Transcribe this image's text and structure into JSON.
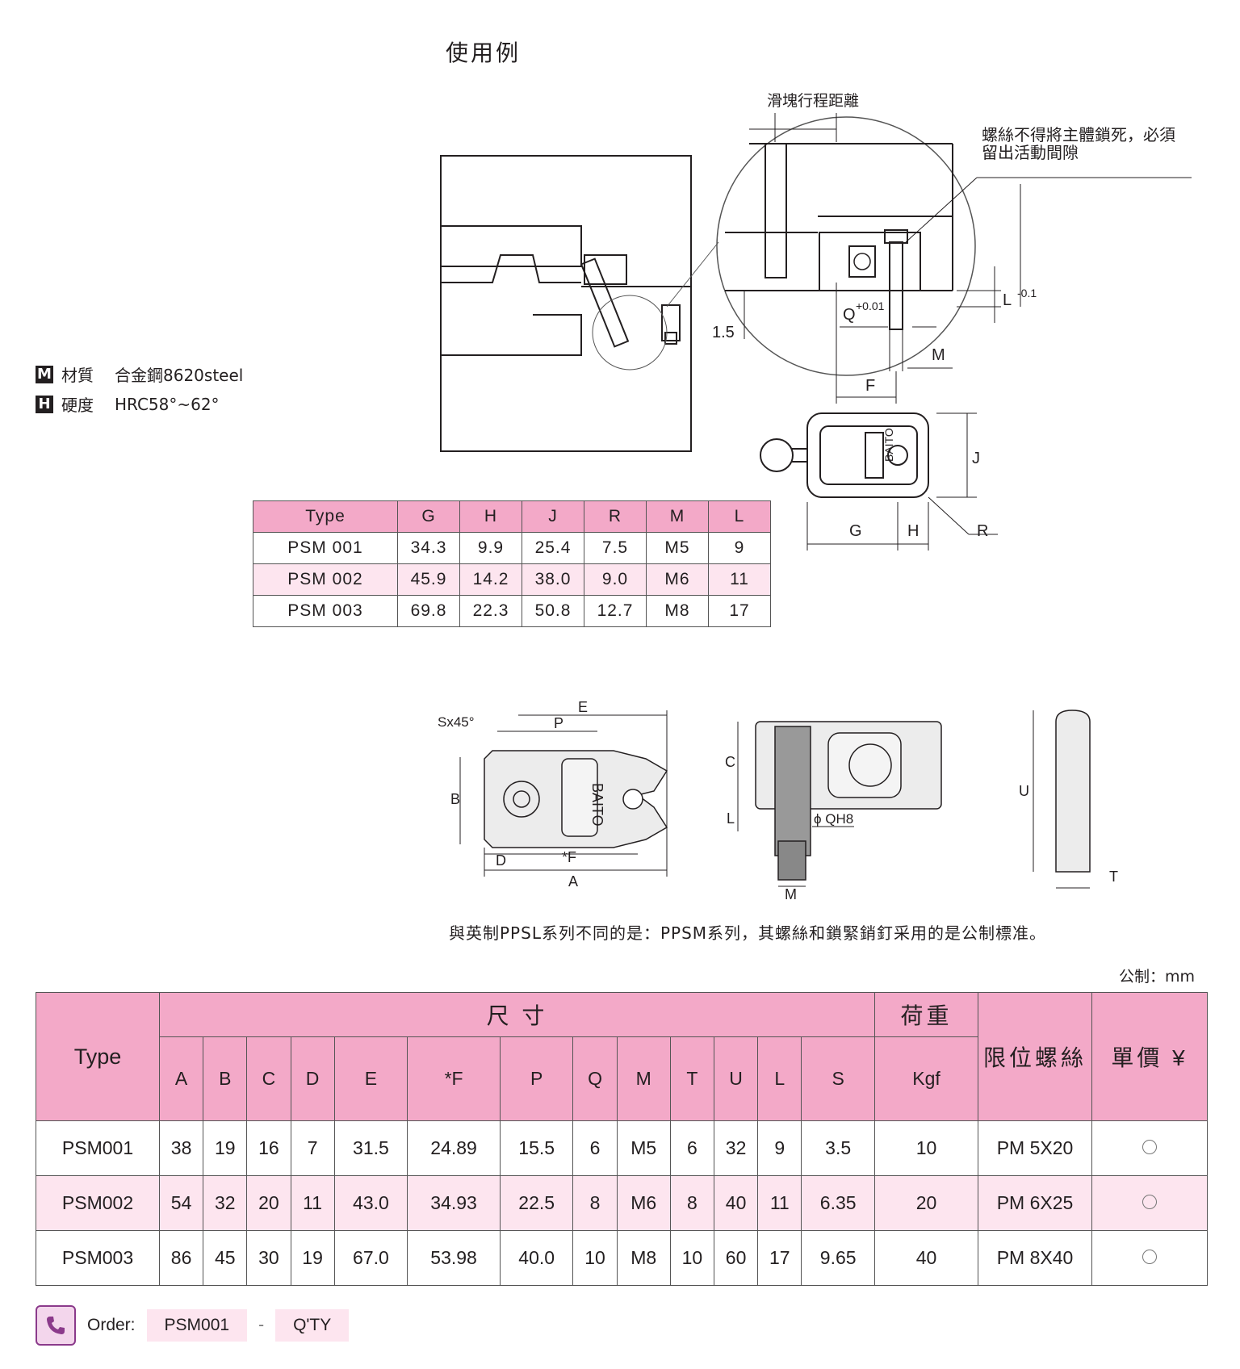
{
  "page": {
    "title": "使用例",
    "note": "與英制PPSL系列不同的是：PPSM系列，其螺絲和鎖緊銷釘采用的是公制標准。",
    "unit": "公制：mm"
  },
  "specs": [
    {
      "badge": "M",
      "label": "材質",
      "value": "合金鋼8620steel"
    },
    {
      "badge": "H",
      "label": "硬度",
      "value": "HRC58°~62°"
    }
  ],
  "diagram1": {
    "stroke_label": "滑塊行程距離",
    "warning_line1": "螺絲不得將主體鎖死，必須",
    "warning_line2": "留出活動間隙",
    "label_15": "1.5",
    "label_Q": "Q",
    "label_Q_tol": "+0.01",
    "label_L": "L",
    "label_L_tol": "-0.1",
    "label_M": "M",
    "label_F": "F",
    "label_J": "J",
    "label_G": "G",
    "label_H": "H",
    "label_R": "R",
    "brand": "BAITO"
  },
  "table1": {
    "headers": [
      "Type",
      "G",
      "H",
      "J",
      "R",
      "M",
      "L"
    ],
    "rows": [
      [
        "PSM 001",
        "34.3",
        "9.9",
        "25.4",
        "7.5",
        "M5",
        "9"
      ],
      [
        "PSM 002",
        "45.9",
        "14.2",
        "38.0",
        "9.0",
        "M6",
        "11"
      ],
      [
        "PSM 003",
        "69.8",
        "22.3",
        "50.8",
        "12.7",
        "M8",
        "17"
      ]
    ]
  },
  "diagram2": {
    "label_S": "Sx45°",
    "label_E": "E",
    "label_P": "P",
    "label_B": "B",
    "label_D": "D",
    "label_F": "*F",
    "label_A": "A",
    "label_C": "C",
    "label_L": "L",
    "label_QH8": "ϕ QH8",
    "label_M": "M",
    "label_U": "U",
    "label_T": "T",
    "brand": "BAITO"
  },
  "table2": {
    "type_header": "Type",
    "size_header": "尺 寸",
    "load_header": "荷重",
    "load_unit": "Kgf",
    "screw_header": "限位螺絲",
    "price_header": "單價 ¥",
    "dim_headers": [
      "A",
      "B",
      "C",
      "D",
      "E",
      "*F",
      "P",
      "Q",
      "M",
      "T",
      "U",
      "L",
      "S"
    ],
    "rows": [
      {
        "type": "PSM001",
        "dims": [
          "38",
          "19",
          "16",
          "7",
          "31.5",
          "24.89",
          "15.5",
          "6",
          "M5",
          "6",
          "32",
          "9",
          "3.5"
        ],
        "load": "10",
        "screw": "PM 5X20"
      },
      {
        "type": "PSM002",
        "dims": [
          "54",
          "32",
          "20",
          "11",
          "43.0",
          "34.93",
          "22.5",
          "8",
          "M6",
          "8",
          "40",
          "11",
          "6.35"
        ],
        "load": "20",
        "screw": "PM 6X25"
      },
      {
        "type": "PSM003",
        "dims": [
          "86",
          "45",
          "30",
          "19",
          "67.0",
          "53.98",
          "40.0",
          "10",
          "M8",
          "10",
          "60",
          "17",
          "9.65"
        ],
        "load": "40",
        "screw": "PM 8X40"
      }
    ]
  },
  "order": {
    "label": "Order:",
    "code": "PSM001",
    "sep": "-",
    "qty": "Q'TY"
  },
  "colors": {
    "pink_header": "#f3a9c8",
    "pink_row": "#fde5ef",
    "icon_purple": "#8b3a8b"
  }
}
